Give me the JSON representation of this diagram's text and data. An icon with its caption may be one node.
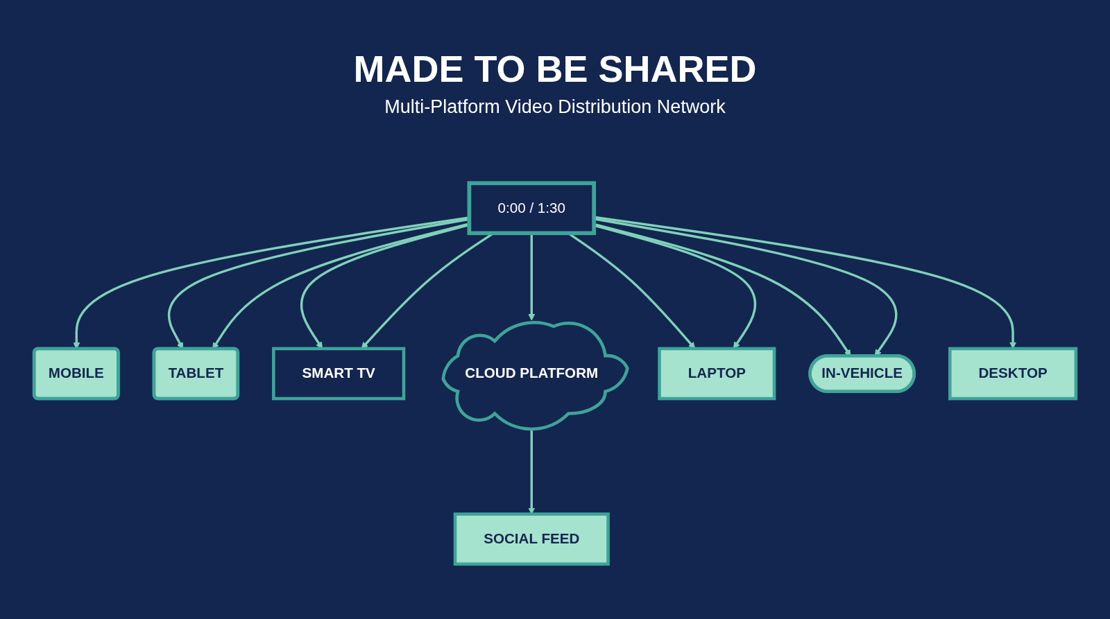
{
  "diagram": {
    "title": "MADE TO BE SHARED",
    "nodes": [
      {
        "text": [
          "MOBILE"
        ]
      },
      {
        "text": [
          "TABLET"
        ]
      },
      {
        "text": [
          "SMART TV"
        ]
      },
      {
        "text": [
          "0:00 / 1:30"
        ]
      },
      {
        "text": [
          "CLOUD PLATFORM"
        ]
      },
      {
        "text": [
          "SOCIAL FEED"
        ]
      },
      {
        "text": [
          "LAPTOP"
        ]
      },
      {
        "text": [
          "IN-VEHICLE"
        ]
      },
      {
        "text": [
          "DESKTOP"
        ]
      }
    ],
    "edges": [
      {
        "from": 3,
        "to": 1,
        "arrow": "to"
      },
      {
        "from": 3,
        "to": 1,
        "arrow": "to"
      },
      {
        "from": 3,
        "to": 0,
        "arrow": "to"
      },
      {
        "from": 3,
        "to": 6,
        "arrow": "to"
      },
      {
        "from": 3,
        "to": 6,
        "arrow": "to"
      },
      {
        "from": 3,
        "to": 2,
        "arrow": "to"
      },
      {
        "from": 3,
        "to": 2,
        "arrow": "to"
      },
      {
        "from": 3,
        "to": 4,
        "arrow": "to"
      },
      {
        "from": 3,
        "to": 7,
        "arrow": "to"
      },
      {
        "from": 3,
        "to": 7,
        "arrow": "to"
      },
      {
        "from": 3,
        "to": 8,
        "arrow": "to"
      },
      {
        "from": 4,
        "to": 5,
        "arrow": "to"
      }
    ],
    "labels": [
      "Multi-Platform Video Distribution Network"
    ]
  }
}
